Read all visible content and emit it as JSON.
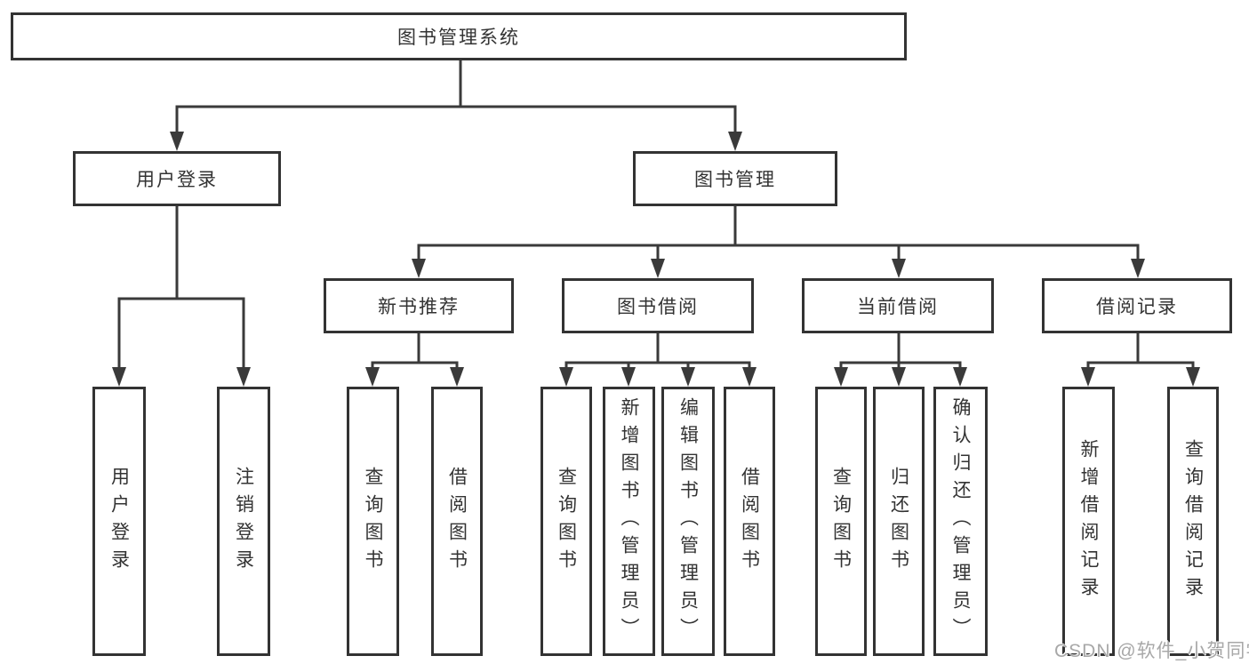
{
  "colors": {
    "line": "#3a3a3a",
    "border": "#333333",
    "text": "#333333",
    "watermark": "#a8a8a8",
    "background": "#ffffff"
  },
  "diagram": {
    "root": {
      "label": "图书管理系统"
    },
    "level2": [
      {
        "id": "user-login",
        "label": "用户登录"
      },
      {
        "id": "book-management",
        "label": "图书管理"
      }
    ],
    "level3": [
      {
        "id": "new-book-recommend",
        "label": "新书推荐"
      },
      {
        "id": "book-borrow",
        "label": "图书借阅"
      },
      {
        "id": "current-borrow",
        "label": "当前借阅"
      },
      {
        "id": "borrow-records",
        "label": "借阅记录"
      }
    ],
    "leaves": [
      {
        "parent": "user-login",
        "label": "用户登录"
      },
      {
        "parent": "user-login",
        "label": "注销登录"
      },
      {
        "parent": "new-book-recommend",
        "label": "查询图书"
      },
      {
        "parent": "new-book-recommend",
        "label": "借阅图书"
      },
      {
        "parent": "book-borrow",
        "label": "查询图书"
      },
      {
        "parent": "book-borrow",
        "label": "新增图书（管理员）"
      },
      {
        "parent": "book-borrow",
        "label": "编辑图书（管理员）"
      },
      {
        "parent": "book-borrow",
        "label": "借阅图书"
      },
      {
        "parent": "current-borrow",
        "label": "查询图书"
      },
      {
        "parent": "current-borrow",
        "label": "归还图书"
      },
      {
        "parent": "current-borrow",
        "label": "确认归还（管理员）"
      },
      {
        "parent": "borrow-records",
        "label": "新增借阅记录"
      },
      {
        "parent": "borrow-records",
        "label": "查询借阅记录"
      }
    ]
  },
  "watermark": {
    "text": "CSDN @软件_小贺同学"
  }
}
